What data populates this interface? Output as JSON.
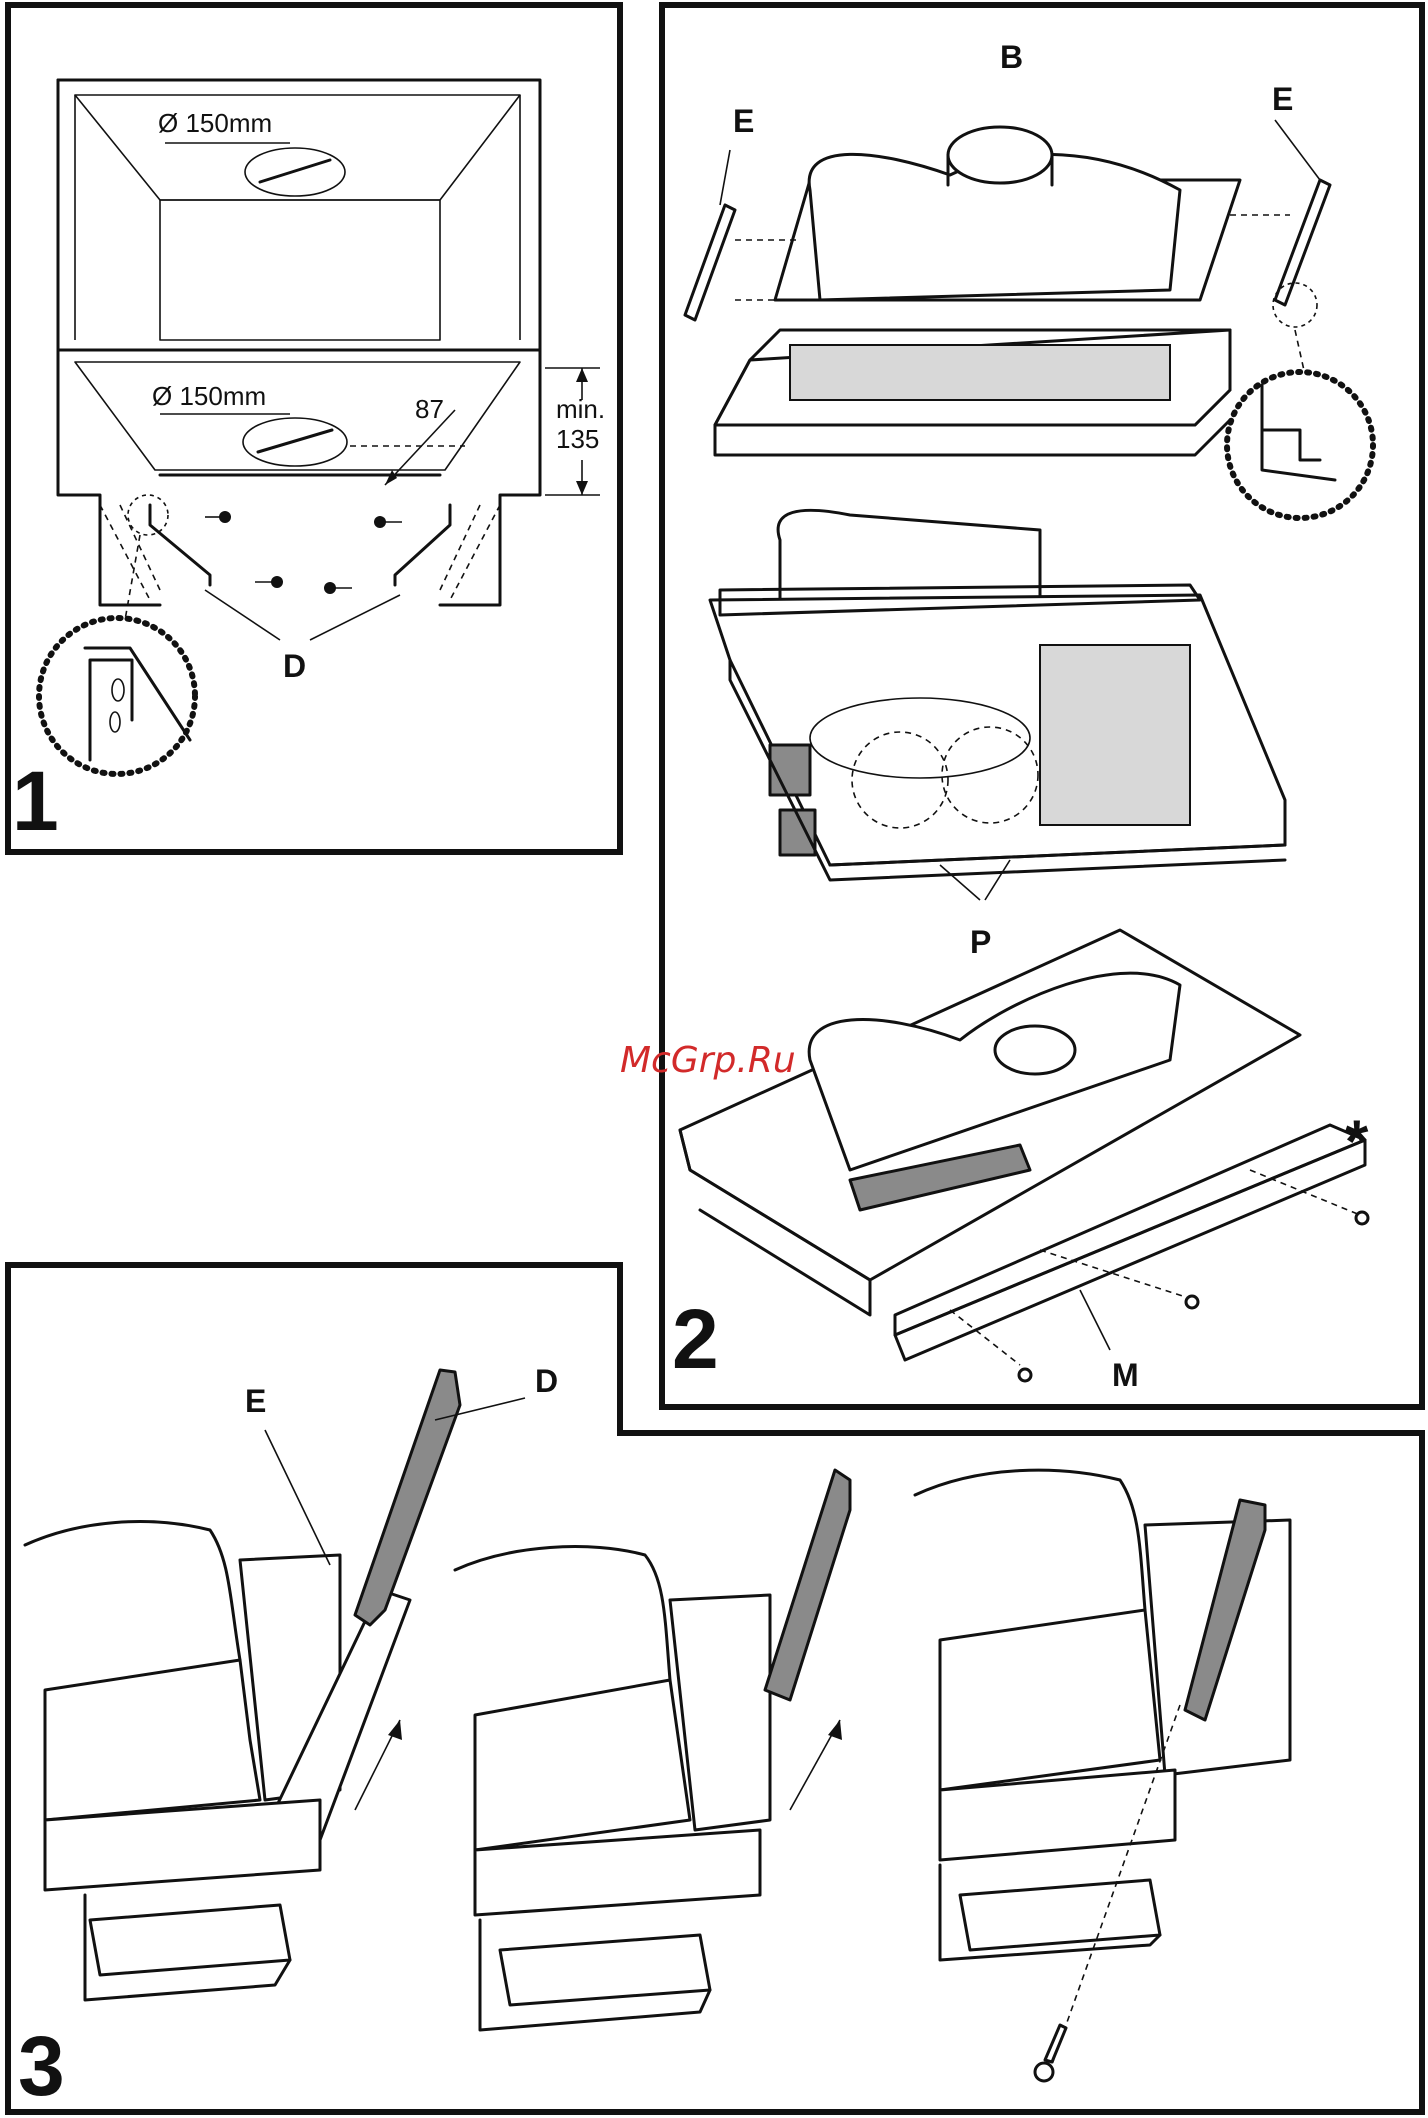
{
  "panel1": {
    "number": "1",
    "diameter_top": "Ø 150mm",
    "diameter_bottom": "Ø 150mm",
    "dim_87": "87",
    "min_label": "min.",
    "min_value": "135",
    "label_D": "D"
  },
  "panel2": {
    "number": "2",
    "label_B": "B",
    "label_E_left": "E",
    "label_E_right": "E",
    "label_P": "P",
    "label_M": "M",
    "asterisk": "*"
  },
  "panel3": {
    "number": "3",
    "label_E": "E",
    "label_D": "D"
  },
  "watermark": "McGrp.Ru"
}
